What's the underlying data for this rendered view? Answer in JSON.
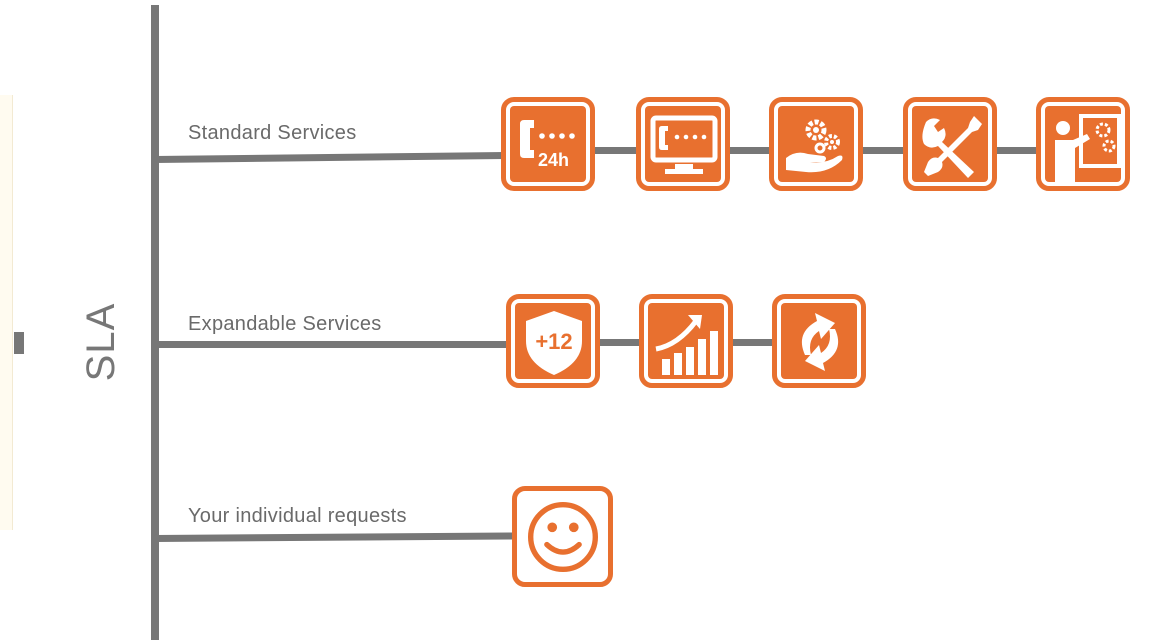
{
  "label_sla": "SLA",
  "rows": [
    {
      "label": "Standard Services",
      "icons": [
        "phone-24h-icon",
        "monitor-phone-icon",
        "hand-gears-icon",
        "wrench-screwdriver-icon",
        "presenter-gears-icon"
      ]
    },
    {
      "label": "Expandable Services",
      "icons": [
        "shield-plus-12-icon",
        "growth-chart-icon",
        "refresh-arrows-icon"
      ]
    },
    {
      "label": "Your individual requests",
      "icons": [
        "smiley-face-icon"
      ]
    }
  ],
  "icon_text": {
    "phone_hours": "24h",
    "shield_number": "+12"
  },
  "colors": {
    "accent": "#e8702f",
    "line": "#777777",
    "text": "#6a6a6a"
  }
}
